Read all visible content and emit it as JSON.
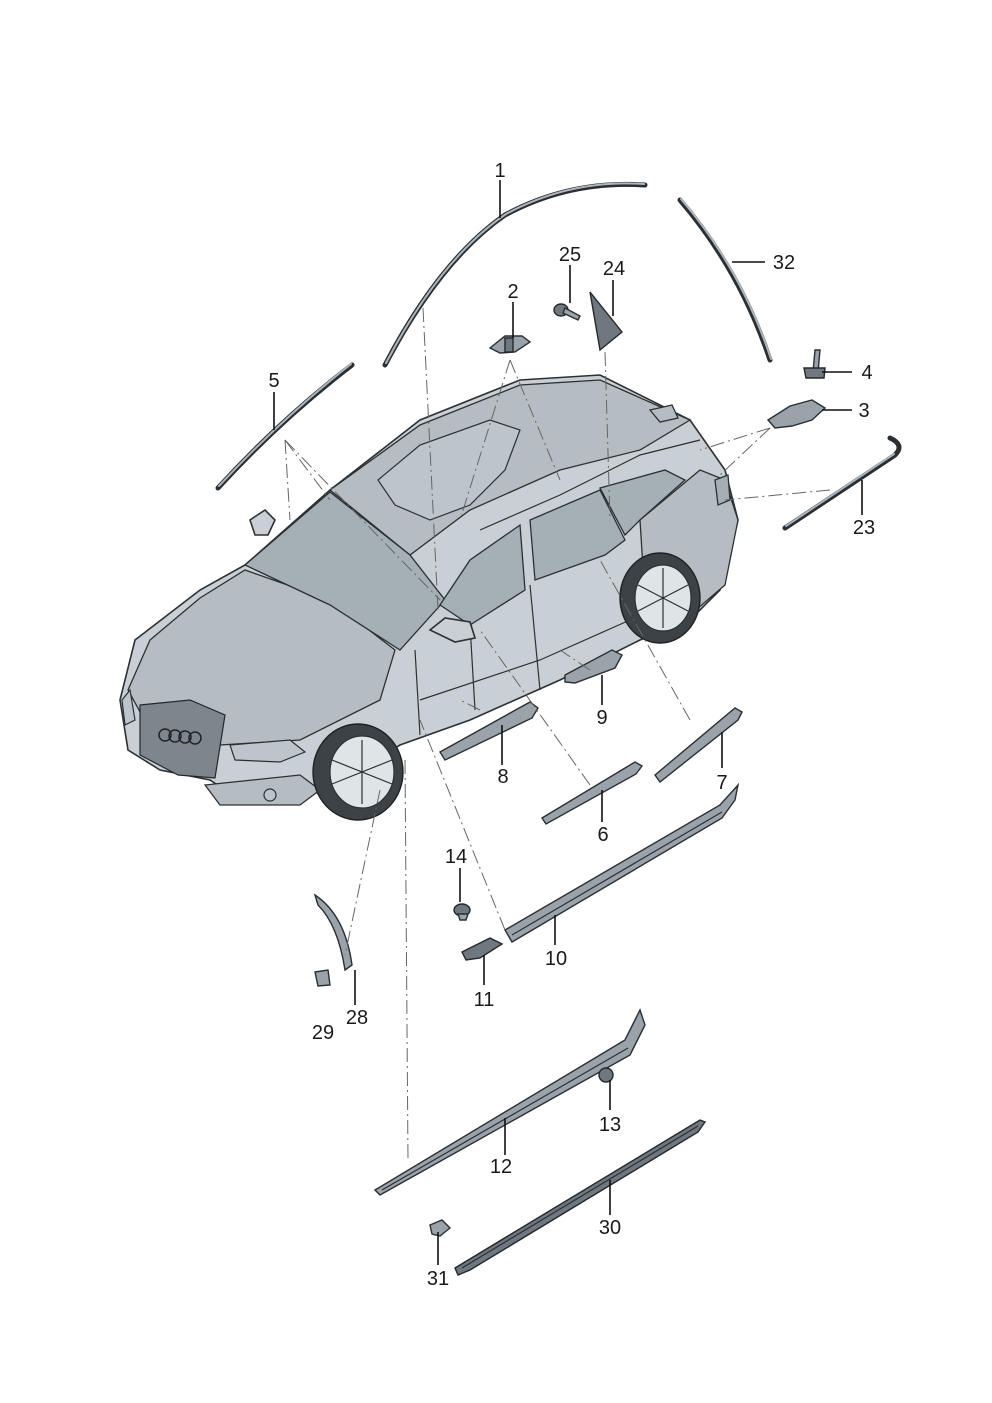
{
  "callouts": {
    "c1": "1",
    "c2": "2",
    "c3": "3",
    "c4": "4",
    "c5": "5",
    "c6": "6",
    "c7": "7",
    "c8": "8",
    "c9": "9",
    "c10": "10",
    "c11": "11",
    "c12": "12",
    "c13": "13",
    "c14": "14",
    "c23": "23",
    "c24": "24",
    "c25": "25",
    "c28": "28",
    "c29": "29",
    "c30": "30",
    "c31": "31",
    "c32": "32"
  }
}
